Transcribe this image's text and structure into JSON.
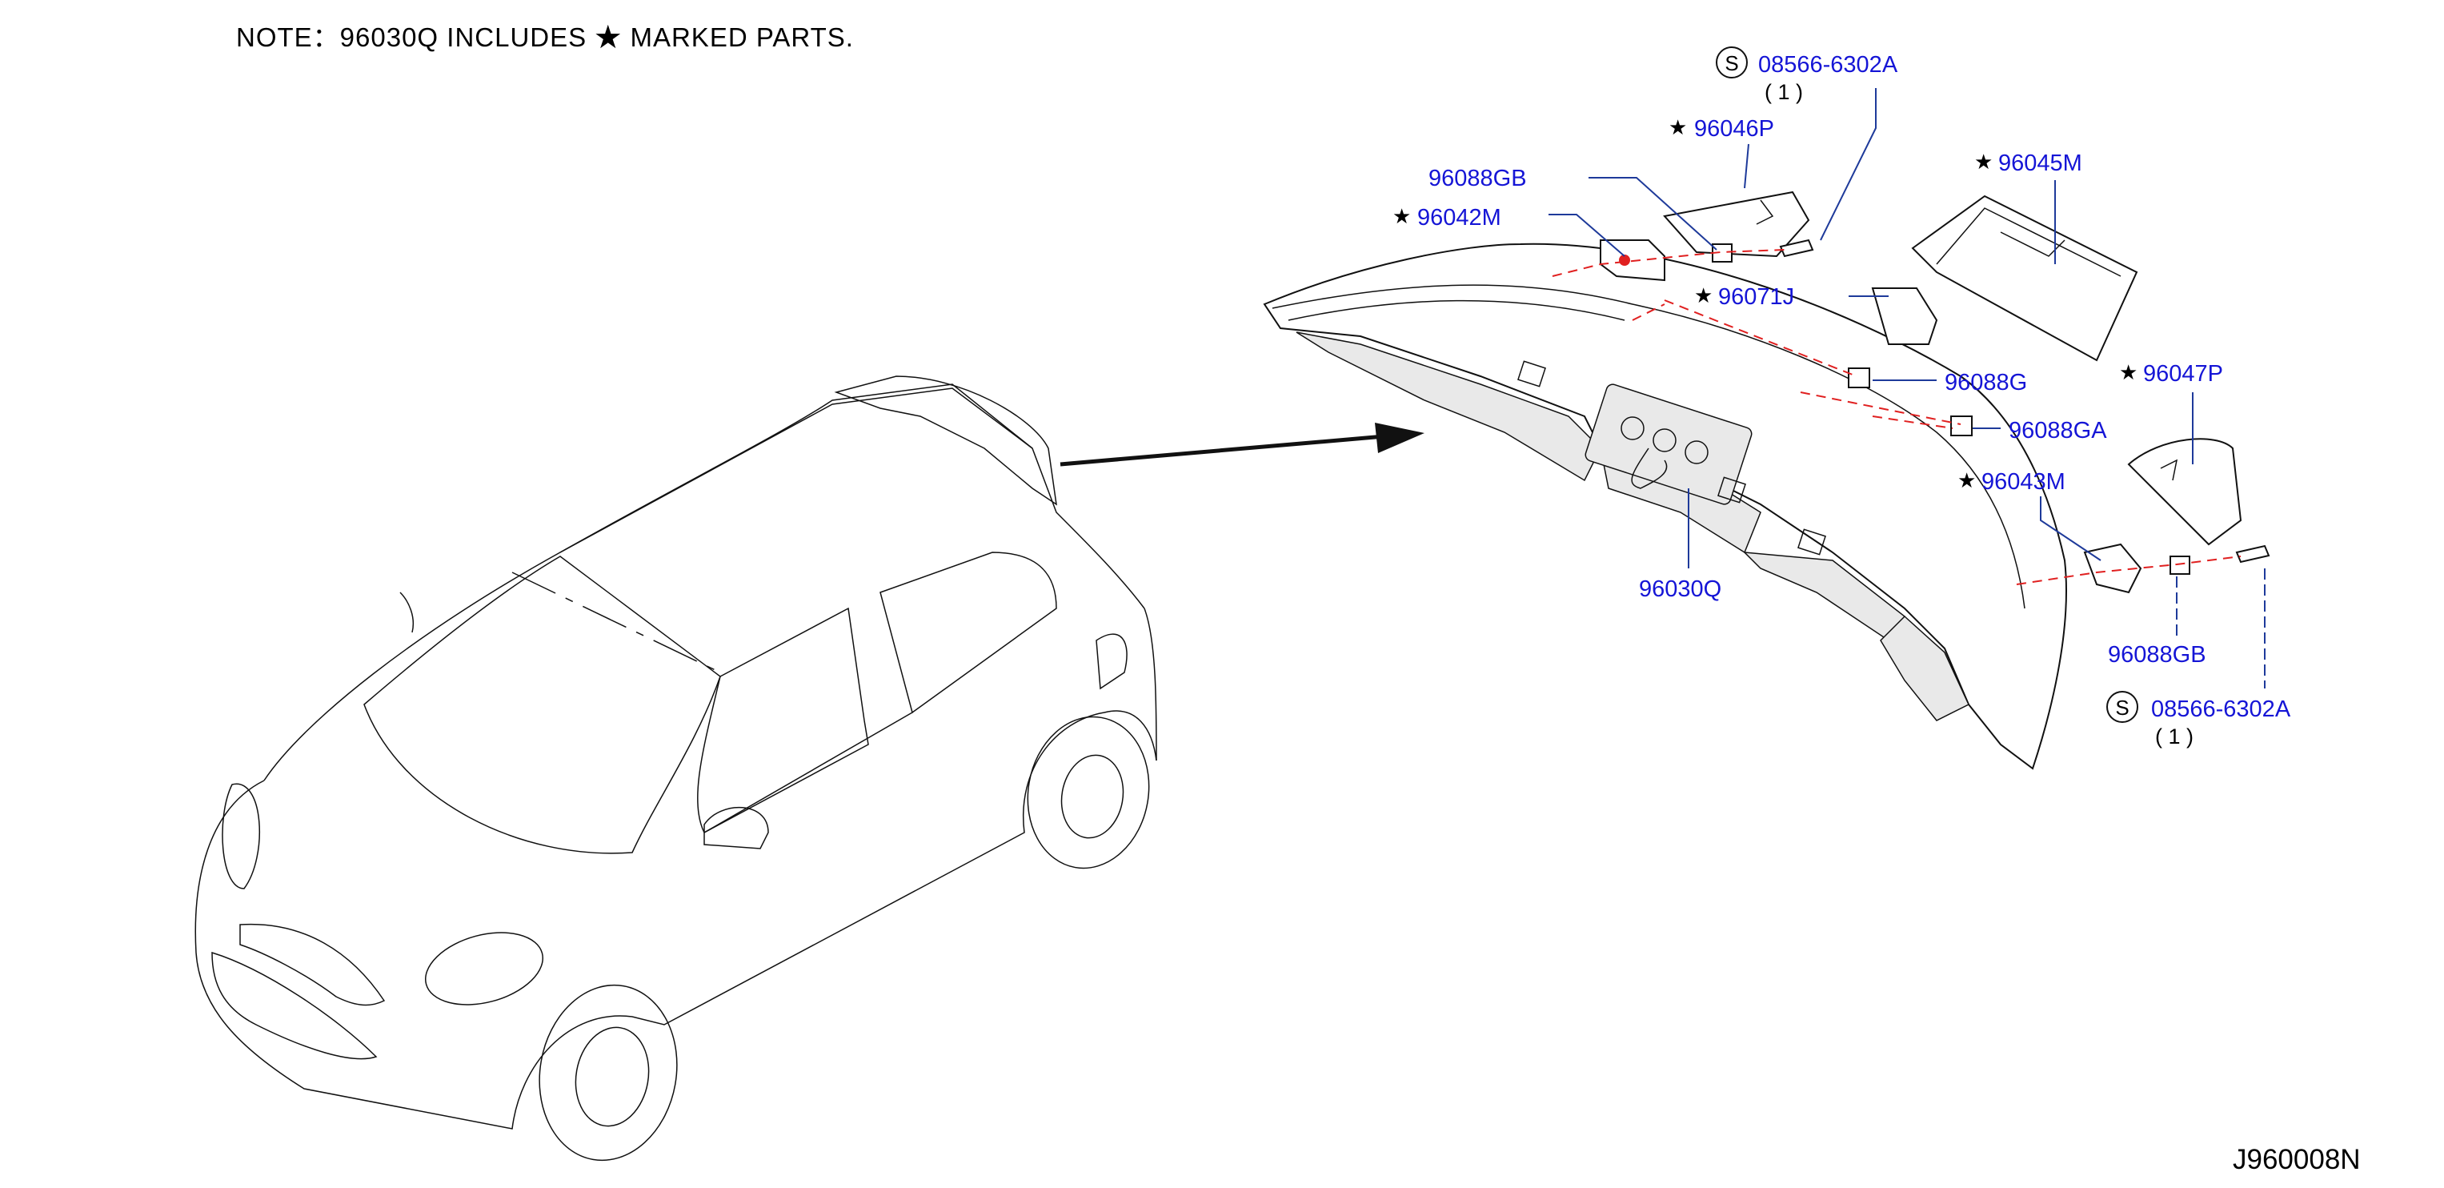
{
  "note": "NOTE：96030Q   INCLUDES   ★ MARKED   PARTS.",
  "diagram_code": "J960008N",
  "star_symbol": "★",
  "screw_symbol": "S",
  "parts": {
    "p96046P": "96046P",
    "p96045M": "96045M",
    "p96088GB_top": "96088GB",
    "p96042M": "96042M",
    "p96071J": "96071J",
    "p96088G": "96088G",
    "p96088GA": "96088GA",
    "p96047P": "96047P",
    "p96043M": "96043M",
    "p96088GB_bottom": "96088GB",
    "p96030Q": "96030Q",
    "screw_top": "08566-6302A",
    "screw_top_qty": "( 1 )",
    "screw_bottom": "08566-6302A",
    "screw_bottom_qty": "( 1 )"
  },
  "colors": {
    "label": "#1515d6",
    "leader": "#1e3a9a",
    "centerline": "#e02020",
    "ink": "#111111"
  }
}
